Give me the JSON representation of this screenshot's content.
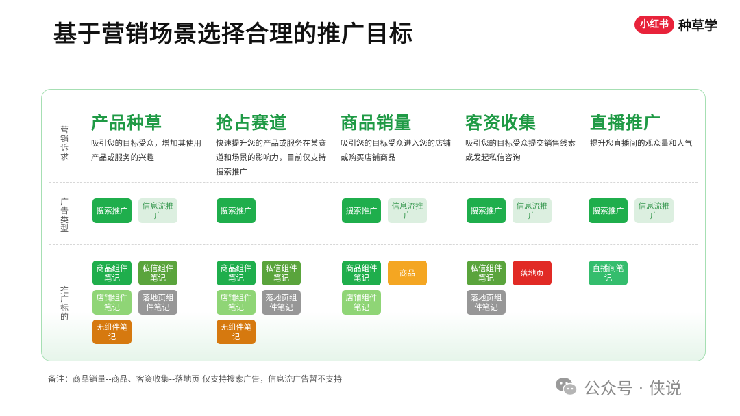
{
  "title": "基于营销场景选择合理的推广目标",
  "brand": {
    "logo_text": "小红书",
    "name": "种草学",
    "color": "#e8223a"
  },
  "row_labels": {
    "appeal": "营销诉求",
    "ad_type": "广告类型",
    "target": "推广标的"
  },
  "columns": [
    {
      "heading": "产品种草",
      "description": "吸引您的目标受众，增加其使用产品或服务的兴趣",
      "ad_types": [
        "搜索推广",
        "信息流推广"
      ],
      "targets": [
        "商品组件笔记",
        "私信组件笔记",
        "店铺组件笔记",
        "落地页组件笔记",
        "无组件笔记"
      ]
    },
    {
      "heading": "抢占赛道",
      "description": "快速提升您的产品或服务在某赛道和场景的影响力，目前仅支持搜索推广",
      "ad_types": [
        "搜索推广"
      ],
      "targets": [
        "商品组件笔记",
        "私信组件笔记",
        "店铺组件笔记",
        "落地页组件笔记",
        "无组件笔记"
      ]
    },
    {
      "heading": "商品销量",
      "description": "吸引您的目标受众进入您的店铺或购买店铺商品",
      "ad_types": [
        "搜索推广",
        "信息流推广"
      ],
      "targets": [
        "商品组件笔记",
        "商品",
        "店铺组件笔记"
      ]
    },
    {
      "heading": "客资收集",
      "description": "吸引您的目标受众提交销售线索或发起私信咨询",
      "ad_types": [
        "搜索推广",
        "信息流推广"
      ],
      "targets": [
        "私信组件笔记",
        "落地页",
        "落地页组件笔记"
      ]
    },
    {
      "heading": "直播推广",
      "description": "提升您直播间的观众量和人气",
      "ad_types": [
        "搜索推广",
        "信息流推广"
      ],
      "targets": [
        "直播间笔记"
      ]
    }
  ],
  "note": "备注：商品销量--商品、客资收集--落地页 仅支持搜索广告，信息流广告暂不支持",
  "watermark": "公众号 · 侠说",
  "colors": {
    "heading_green": "#1f9a45",
    "search_chip": "#1fae4c",
    "feed_chip": "#dcefe0",
    "landing_red": "#e12a25"
  }
}
